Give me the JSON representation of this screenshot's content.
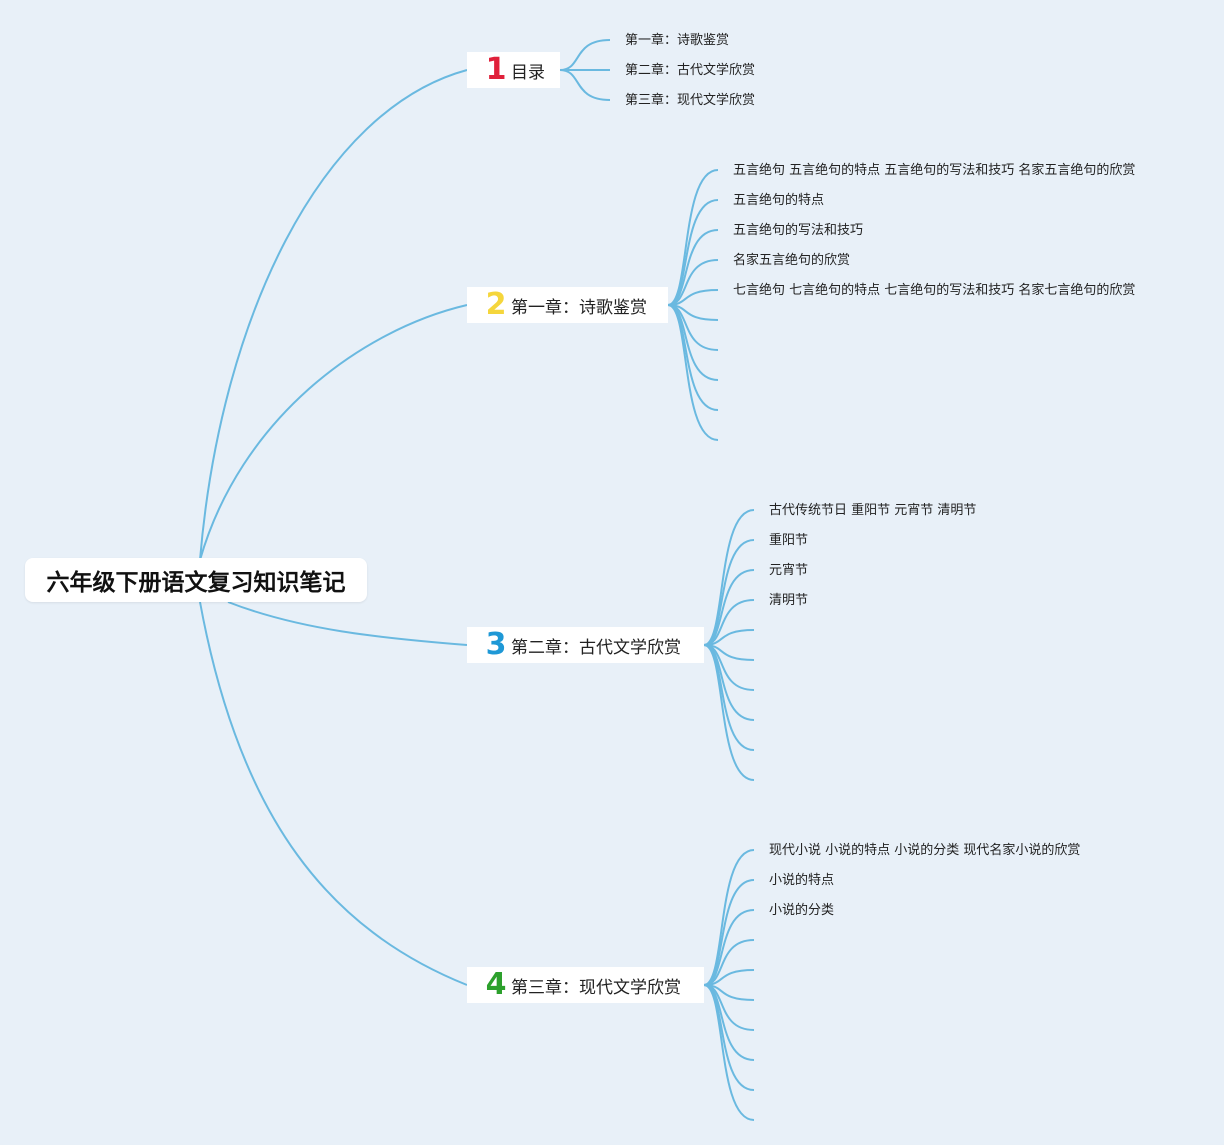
{
  "root": {
    "title": "六年级下册语文复习知识笔记"
  },
  "colors": {
    "line": "#6ab9e0",
    "background": "#e8f0f8",
    "node": "#ffffff"
  },
  "branches": [
    {
      "number": "1",
      "number_color": "#e0203a",
      "label": "目录",
      "children": [
        "第一章：诗歌鉴赏",
        "第二章：古代文学欣赏",
        "第三章：现代文学欣赏"
      ],
      "empty_children": 0
    },
    {
      "number": "2",
      "number_color": "#f5d63c",
      "label": "第一章：诗歌鉴赏",
      "children": [
        "五言绝句 五言绝句的特点 五言绝句的写法和技巧 名家五言绝句的欣赏",
        "五言绝句的特点",
        "五言绝句的写法和技巧",
        "名家五言绝句的欣赏",
        "七言绝句 七言绝句的特点 七言绝句的写法和技巧 名家七言绝句的欣赏"
      ],
      "empty_children": 5
    },
    {
      "number": "3",
      "number_color": "#1e98d6",
      "label": "第二章：古代文学欣赏",
      "children": [
        "古代传统节日 重阳节 元宵节 清明节",
        "重阳节",
        "元宵节",
        "清明节"
      ],
      "empty_children": 6
    },
    {
      "number": "4",
      "number_color": "#2ca02c",
      "label": "第三章：现代文学欣赏",
      "children": [
        "现代小说 小说的特点 小说的分类 现代名家小说的欣赏",
        "小说的特点",
        "小说的分类"
      ],
      "empty_children": 7
    }
  ]
}
